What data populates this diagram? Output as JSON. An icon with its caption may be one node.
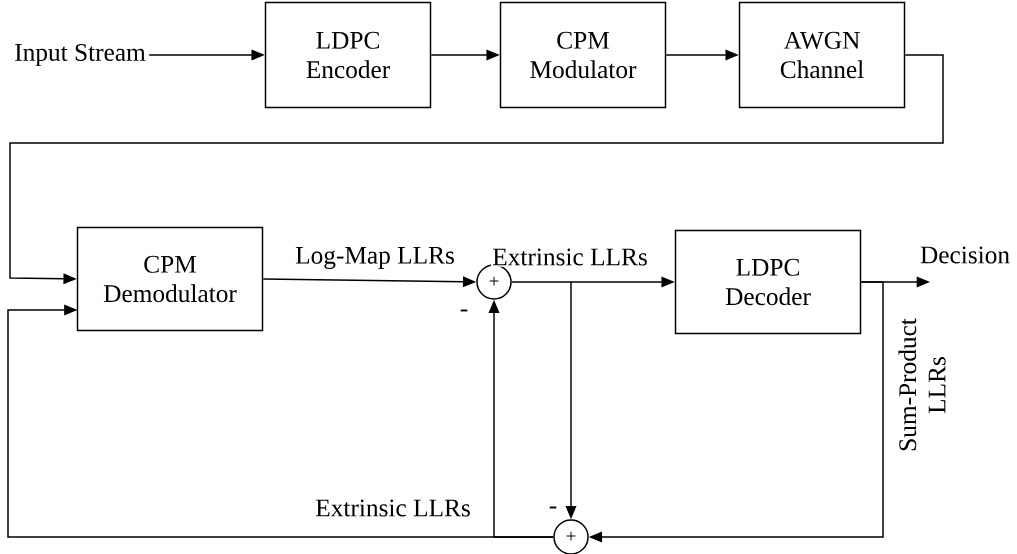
{
  "diagram": {
    "nodes": [
      {
        "text": [
          "Input Stream"
        ]
      },
      {
        "text": [
          "LDPC Encoder"
        ]
      },
      {
        "text": [
          "CPM Modulator"
        ]
      },
      {
        "text": [
          "AWGN Channel"
        ]
      },
      {
        "text": [
          "CPM Demodulator"
        ]
      },
      {
        "text": [
          "+"
        ],
        "beside": [
          "-"
        ]
      },
      {
        "text": [
          "LDPC Decoder"
        ]
      },
      {
        "text": [
          "+"
        ],
        "beside": [
          "-"
        ]
      }
    ],
    "edges": [
      {
        "from": 0,
        "to": 1,
        "arrow": "to"
      },
      {
        "from": 1,
        "to": 2,
        "arrow": "to"
      },
      {
        "from": 2,
        "to": 3,
        "arrow": "to"
      },
      {
        "from": 3,
        "to": 4,
        "arrow": "to"
      },
      {
        "from": 4,
        "to": 5,
        "arrow": "to",
        "label": "Log-Map LLRs"
      },
      {
        "from": 5,
        "to": 6,
        "arrow": "to",
        "label": "Extrinsic LLRs"
      },
      {
        "from": 5,
        "to": 7,
        "arrow": "to"
      },
      {
        "from": 6,
        "to": null,
        "arrow": "to",
        "label": "Decision"
      },
      {
        "from": 6,
        "to": 7,
        "arrow": "to",
        "label": "Sum-Product LLRs"
      },
      {
        "from": 7,
        "to": 4,
        "arrow": "to",
        "label": "Extrinsic LLRs"
      },
      {
        "from": 7,
        "to": 5,
        "arrow": "to"
      }
    ]
  }
}
